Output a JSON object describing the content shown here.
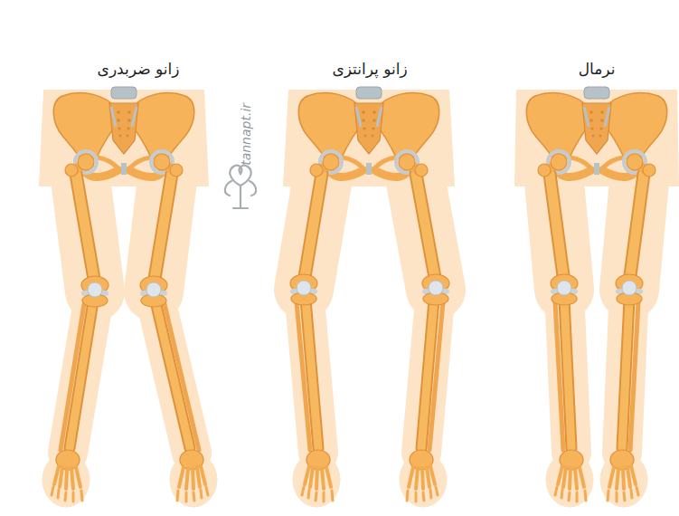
{
  "diagram": {
    "labels": [
      "زانو ضربدری",
      "زانو پرانتزی",
      "نرمال",
      "tannapt.ir"
    ]
  }
}
